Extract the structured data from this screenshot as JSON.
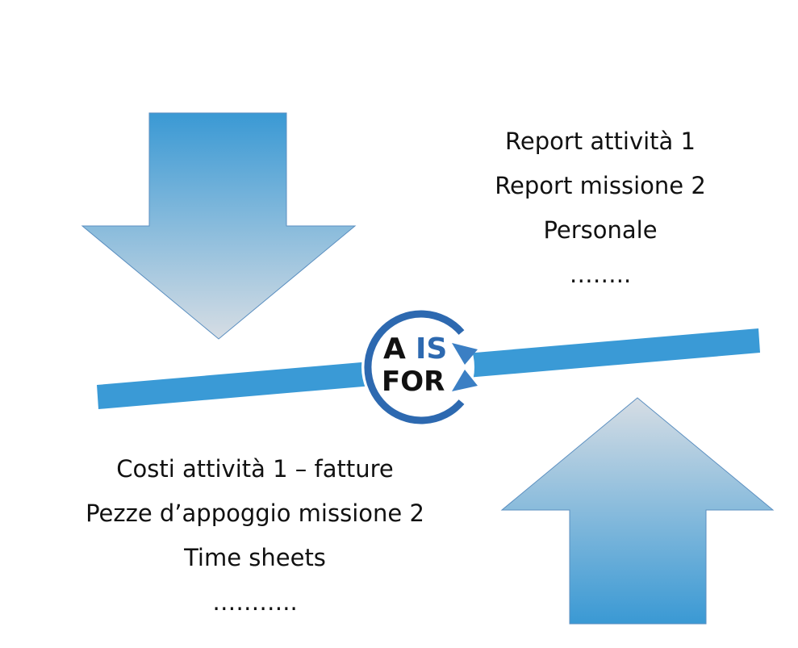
{
  "top_list": [
    "Report attività 1",
    "Report missione 2",
    "Personale",
    "…….."
  ],
  "bottom_list": [
    "Costi attività 1 – fatture",
    "Pezze d’appoggio missione 2",
    "Time sheets",
    "……….."
  ],
  "logo": {
    "line1_a": "A",
    "line1_b": "IS",
    "line2": "FOR"
  },
  "colors": {
    "arrow_blue": "#3a99d4",
    "arrow_light": "#d6dde4",
    "bar": "#3a9ad6",
    "logo_ring": "#2d69b0",
    "logo_text": "#111111"
  }
}
